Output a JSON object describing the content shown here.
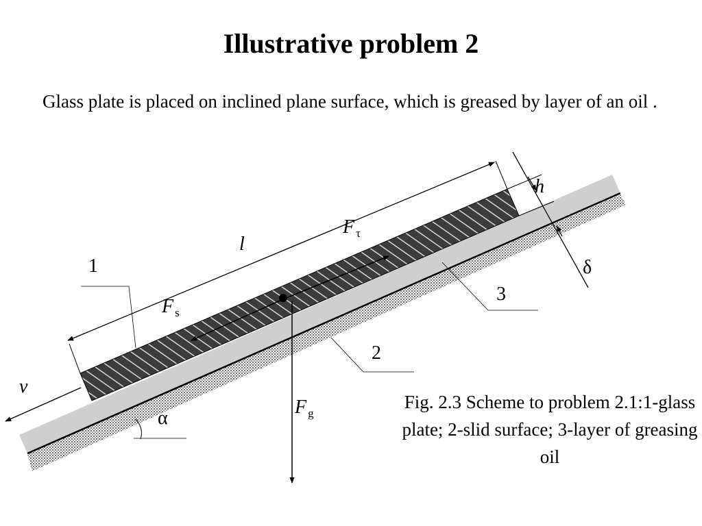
{
  "title": "Illustrative problem 2",
  "description": "Glass plate is placed on inclined plane surface, which is greased by layer of an oil .",
  "diagram": {
    "labels": {
      "plate": "1",
      "slid_surface": "2",
      "oil_layer": "3",
      "length": "l",
      "thickness_h": "h",
      "thickness_delta": "δ",
      "velocity": "v",
      "angle": "α",
      "friction_force": "F",
      "friction_force_sub": "τ",
      "slide_force": "F",
      "slide_force_sub": "s",
      "gravity_force": "F",
      "gravity_force_sub": "g"
    }
  },
  "caption": "Fig. 2.3 Scheme to problem 2.1:1-glass plate; 2-slid surface; 3-layer of greasing oil"
}
